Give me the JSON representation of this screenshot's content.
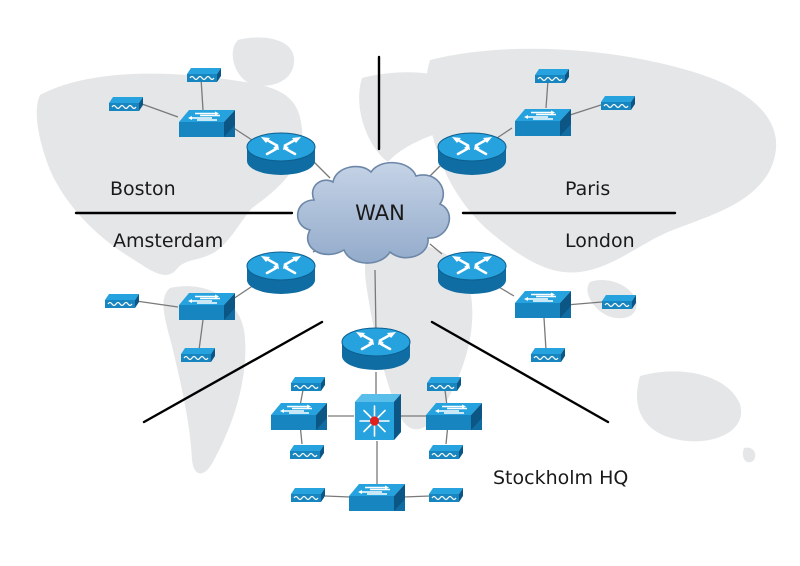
{
  "diagram": {
    "hub_label": "WAN",
    "sites": {
      "boston": "Boston",
      "paris": "Paris",
      "amsterdam": "Amsterdam",
      "london": "London",
      "stockholm": "Stockholm HQ"
    }
  },
  "colors": {
    "background": "#ffffff",
    "map_land": "#e3e5e7",
    "cloud_fill": "#a9bdd6",
    "cloud_stroke": "#6d87a8",
    "device_blue": "#1c9ad6",
    "device_dark": "#0d5f8e",
    "divider_line": "#000000",
    "link_line": "#7a7a7a",
    "core_hub": "#e0201c"
  }
}
